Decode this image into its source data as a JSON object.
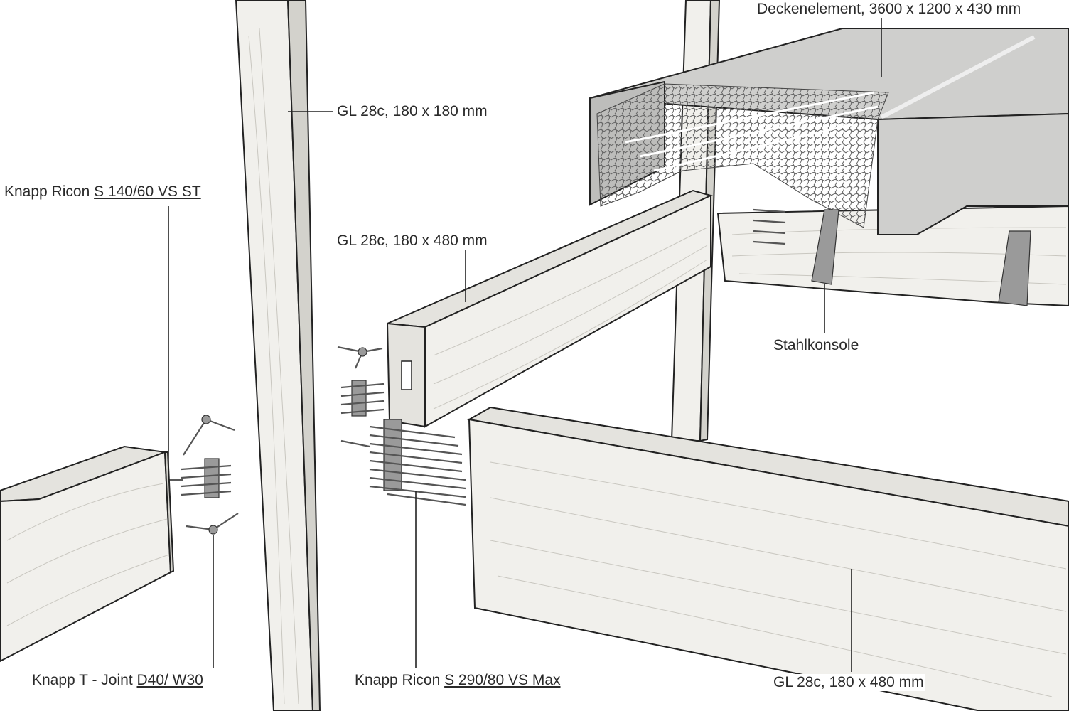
{
  "labels": {
    "ceiling": "Deckenelement, 3600 x 1200 x 430 mm",
    "column": "GL 28c, 180 x 180 mm",
    "ricon_small_prefix": "Knapp Ricon ",
    "ricon_small_code": "S 140/60 VS ST",
    "beam_upper": "GL 28c, 180 x 480 mm",
    "bracket": "Stahlkonsole",
    "tjoint_prefix": "Knapp T - Joint ",
    "tjoint_code": "D40/ W30",
    "ricon_max_prefix": "Knapp Ricon ",
    "ricon_max_code": "S 290/80 VS Max",
    "beam_lower": "GL 28c, 180 x 480 mm"
  }
}
